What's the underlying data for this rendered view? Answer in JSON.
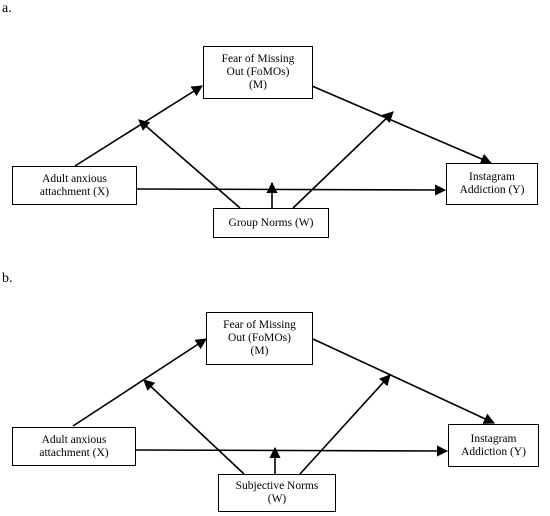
{
  "panels": [
    {
      "label": "a.",
      "mediator": [
        "Fear of Missing",
        "Out (FoMOs)",
        "(M)"
      ],
      "x": [
        "Adult anxious",
        "attachment (X)"
      ],
      "y": [
        "Instagram",
        "Addiction (Y)"
      ],
      "w": [
        "Group Norms (W)"
      ]
    },
    {
      "label": "b.",
      "mediator": [
        "Fear of Missing",
        "Out (FoMOs)",
        "(M)"
      ],
      "x": [
        "Adult anxious",
        "attachment (X)"
      ],
      "y": [
        "Instagram",
        "Addiction (Y)"
      ],
      "w": [
        "Subjective Norms",
        "(W)"
      ]
    }
  ]
}
